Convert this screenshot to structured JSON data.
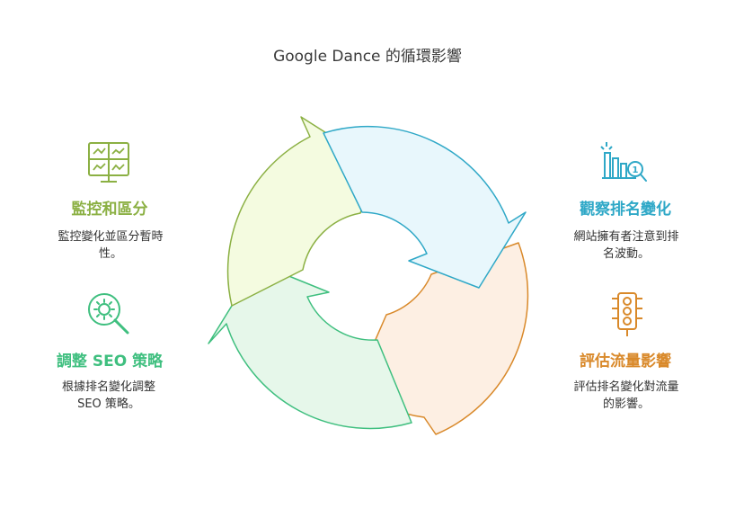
{
  "title": "Google Dance 的循環影響",
  "colors": {
    "green": "#8bb043",
    "teal": "#2fa8c7",
    "mint": "#3fbf7f",
    "orange": "#d9892a"
  },
  "sections": {
    "monitor": {
      "heading": "監控和區分",
      "desc_line1": "監控變化並區分暫時",
      "desc_line2": "性。",
      "icon": "monitor-grid-icon"
    },
    "adjust": {
      "heading": "調整 SEO 策略",
      "desc_line1": "根據排名變化調整",
      "desc_line2": "SEO 策略。",
      "icon": "gear-search-icon"
    },
    "observe": {
      "heading": "觀察排名變化",
      "desc_line1": "網站擁有者注意到排",
      "desc_line2": "名波動。",
      "icon": "ranking-chart-icon"
    },
    "evaluate": {
      "heading": "評估流量影響",
      "desc_line1": "評估排名變化對流量",
      "desc_line2": "的影響。",
      "icon": "traffic-light-icon"
    }
  }
}
